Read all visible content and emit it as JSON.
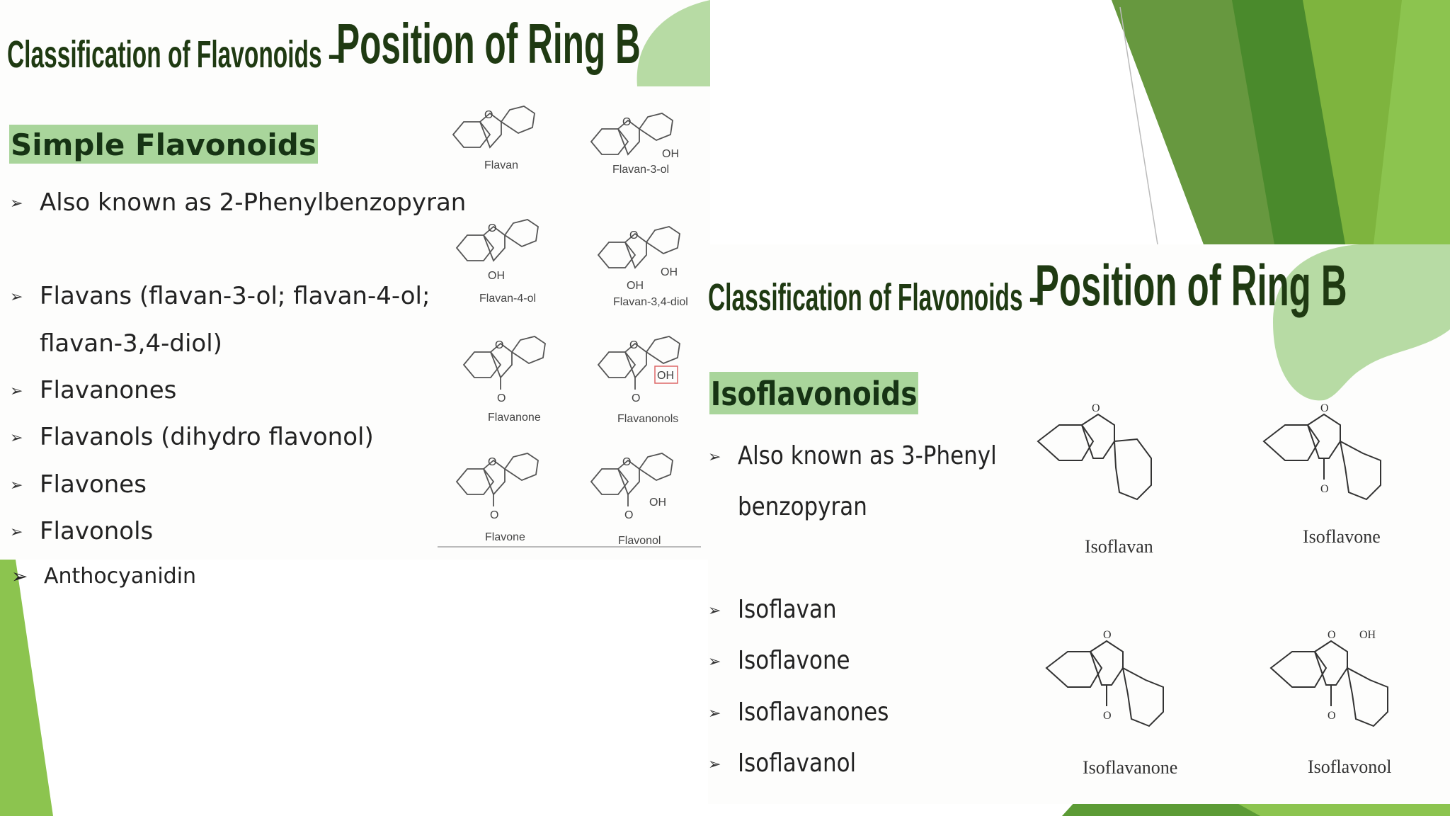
{
  "slide1": {
    "title_prefix": "Classification of Flavonoids –",
    "title_main": "Position of Ring B",
    "heading": "Simple Flavonoids",
    "bullets": [
      "Also known as 2-Phenylbenzopyran",
      "Flavans (flavan-3-ol; flavan-4-ol;",
      "flavan-3,4-diol)",
      "Flavanones",
      "Flavanols (dihydro flavonol)",
      "Flavones",
      "Flavonols"
    ],
    "extra_bullet": "Anthocyanidin",
    "structures": [
      "Flavan",
      "Flavan-3-ol",
      "Flavan-4-ol",
      "Flavan-3,4-diol",
      "Flavanone",
      "Flavanonols",
      "Flavone",
      "Flavonol"
    ],
    "atom_labels": {
      "o": "O",
      "oh": "OH"
    }
  },
  "slide2": {
    "title_prefix": "Classification of Flavonoids –",
    "title_main": "Position of Ring B",
    "heading": "Isoflavonoids",
    "bullets": [
      "Also known as 3-Phenyl",
      "benzopyran",
      "Isoflavan",
      "Isoflavone",
      "Isoflavanones",
      "Isoflavanol"
    ],
    "structures": [
      "Isoflavan",
      "Isoflavone",
      "Isoflavanone",
      "Isoflavonol"
    ],
    "atom_labels": {
      "o": "O",
      "oh": "OH"
    }
  },
  "colors": {
    "dark_green": "#1f3a12",
    "heading_bg": "#a9d59b",
    "accent_green": "#6aa43a",
    "light_green": "#8cc44f",
    "pale_green": "#b7dba4"
  }
}
